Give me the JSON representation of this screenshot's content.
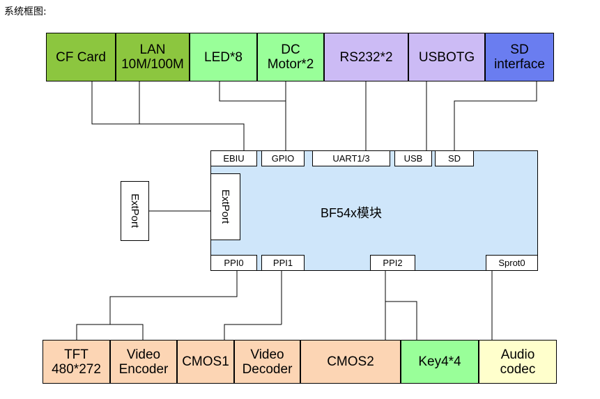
{
  "title": "系统框图:",
  "top_row": [
    {
      "line1": "CF Card",
      "line2": "",
      "color": "#8cc63f"
    },
    {
      "line1": "LAN",
      "line2": "10M/100M",
      "color": "#8cc63f"
    },
    {
      "line1": "LED*8",
      "line2": "",
      "color": "#99ff99"
    },
    {
      "line1": "DC",
      "line2": "Motor*2",
      "color": "#99ff99"
    },
    {
      "line1": "RS232*2",
      "line2": "",
      "color": "#ccbbf5"
    },
    {
      "line1": "USBOTG",
      "line2": "",
      "color": "#ccbbf5"
    },
    {
      "line1": "SD",
      "line2": "interface",
      "color": "#6a7df0"
    }
  ],
  "main_module": {
    "label": "BF54x模块",
    "color": "#cfe6fa"
  },
  "top_ports": [
    "EBIU",
    "GPIO",
    "UART1/3",
    "USB",
    "SD"
  ],
  "bottom_ports": [
    "PPI0",
    "PPI1",
    "PPI2",
    "Sprot0"
  ],
  "ext_port_inner": "ExtPort",
  "ext_port_outer": "ExtPort",
  "bottom_row": [
    {
      "line1": "TFT",
      "line2": "480*272",
      "color": "#fcd5b4"
    },
    {
      "line1": "Video",
      "line2": "Encoder",
      "color": "#fcd5b4"
    },
    {
      "line1": "CMOS1",
      "line2": "",
      "color": "#fcd5b4"
    },
    {
      "line1": "Video",
      "line2": "Decoder",
      "color": "#fcd5b4"
    },
    {
      "line1": "CMOS2",
      "line2": "",
      "color": "#fcd5b4"
    },
    {
      "line1": "Key4*4",
      "line2": "",
      "color": "#99ff99"
    },
    {
      "line1": "Audio",
      "line2": "codec",
      "color": "#ffffcc"
    }
  ]
}
